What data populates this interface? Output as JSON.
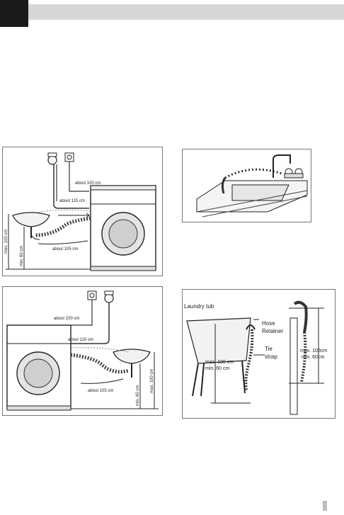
{
  "diagram_top_left": {
    "label_about_100": "about 100 cm",
    "label_about_115": "about 115 cm",
    "label_about_105": "about 105 cm",
    "label_max_100": "max. 100 cm",
    "label_min_60": "min. 60 cm"
  },
  "diagram_bottom_left": {
    "label_about_100": "about 100 cm",
    "label_about_115": "about 115 cm",
    "label_about_105": "about 105 cm",
    "label_max_100": "max. 100 cm",
    "label_min_60": "min. 60 cm"
  },
  "diagram_bottom_right": {
    "laundry_tub": "Laundry tub",
    "hose_retainer_line1": "Hose",
    "hose_retainer_line2": "Retainer",
    "tie_strap_line1": "Tie",
    "tie_strap_line2": "strap",
    "left_max": "max. 100 cm",
    "left_min": "min. 60 cm",
    "right_max": "max. 100cm",
    "right_min": "min. 60cm"
  }
}
